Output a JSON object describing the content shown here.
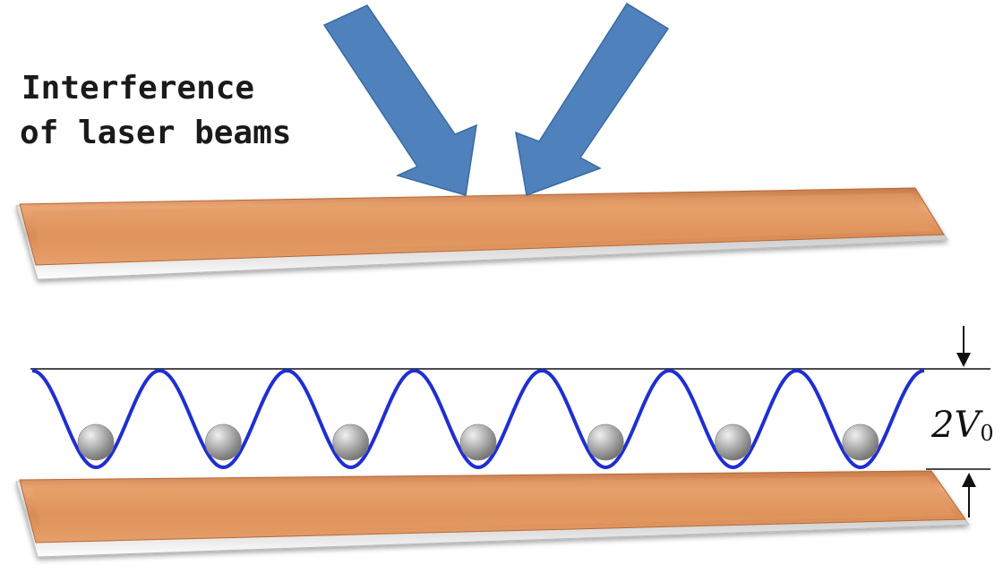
{
  "caption": {
    "line1": "Interference",
    "line2": "of laser beams"
  },
  "depth_label": {
    "coefficient": "2",
    "symbol": "V",
    "subscript": "0"
  },
  "lattice": {
    "well_count": 7,
    "atom_count": 7
  },
  "colors": {
    "beam": "#4f81bd",
    "beam_stroke": "#3a6aa0",
    "plate_orange": "#e8a06a",
    "plate_orange_dark": "#c8753d",
    "potential_curve": "#1f2fd0",
    "atom": "#a8a8a8"
  }
}
